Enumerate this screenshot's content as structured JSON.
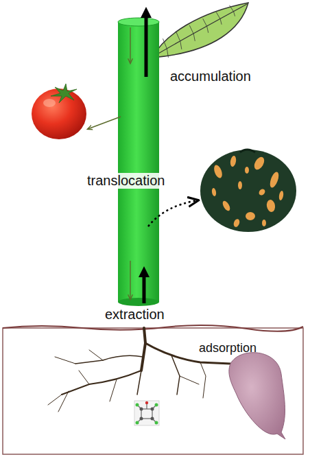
{
  "diagram": {
    "labels": [
      "accumulation",
      "translocation",
      "extraction",
      "adsorption"
    ]
  }
}
